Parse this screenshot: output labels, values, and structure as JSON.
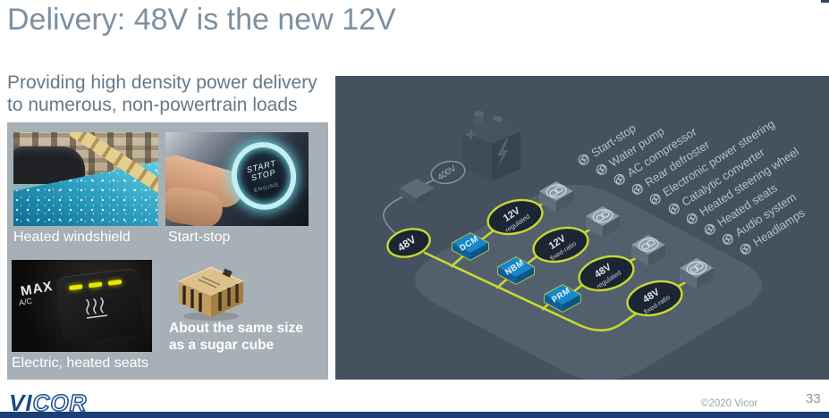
{
  "slide": {
    "title": "Delivery: 48V is the new 12V",
    "subtitle_line1": "Providing high density power delivery",
    "subtitle_line2": "to numerous, non-powertrain loads",
    "copyright": "©2020 Vicor",
    "page_number": "33",
    "logo_vi": "VI",
    "logo_cor": "COR"
  },
  "gallery": {
    "items": [
      {
        "label": "Heated windshield"
      },
      {
        "label": "Start-stop"
      },
      {
        "label": "Electric, heated seats"
      }
    ],
    "module_caption_line1": "About the same size",
    "module_caption_line2": "as a sugar cube",
    "start_stop_button": {
      "start": "START",
      "stop": "STOP",
      "engine": "ENGINE"
    },
    "seat_button": {
      "max": "MAX",
      "ac": "A/C"
    }
  },
  "diagram": {
    "source_label": "400V",
    "bus_label": "48V",
    "converters": [
      "DCM",
      "NBM",
      "PRM"
    ],
    "outputs": [
      {
        "v": "12V",
        "type": "regulated"
      },
      {
        "v": "12V",
        "type": "fixed-ratio"
      },
      {
        "v": "48V",
        "type": "regulated"
      },
      {
        "v": "48V",
        "type": "fixed-ratio"
      }
    ],
    "loads": [
      "Start-stop",
      "Water pump",
      "AC compressor",
      "Rear defroster",
      "Electronic power steering",
      "Catalytic converter",
      "Heated steering wheel",
      "Heated seats",
      "Audio system",
      "Headlamps"
    ],
    "colors": {
      "lime": "#c9d831",
      "blue": "#1787ca",
      "panel": "#45515e",
      "plate": "#52606d",
      "node_fill": "#1b2533"
    }
  }
}
